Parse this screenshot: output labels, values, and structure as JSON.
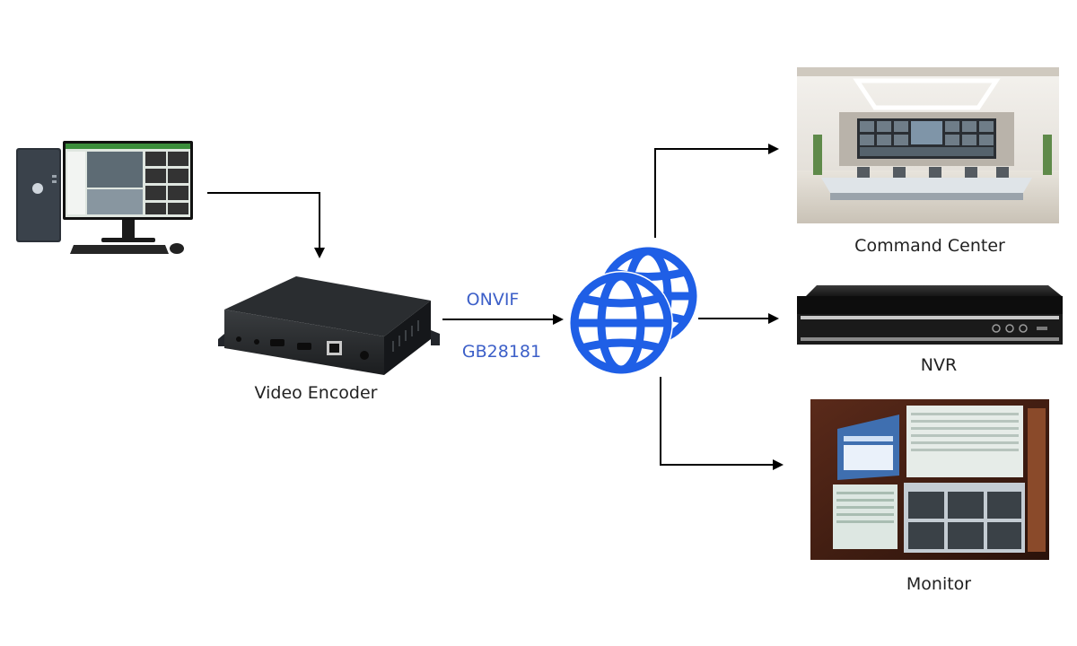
{
  "nodes": {
    "encoder_label": "Video Encoder",
    "command_center_label": "Command Center",
    "nvr_label": "NVR",
    "monitor_label": "Monitor"
  },
  "protocols": {
    "onvif": "ONVIF",
    "gb28181": "GB28181"
  },
  "colors": {
    "protocol_text": "#3c5fc8",
    "globe": "#1f5fe6",
    "arrow": "#000000",
    "label_text": "#222222"
  },
  "icons": {
    "computer": "desktop-computer-icon",
    "encoder": "video-encoder-device-icon",
    "network": "globe-network-icon",
    "command_center": "command-center-photo",
    "nvr": "nvr-device-icon",
    "monitor": "monitor-wall-photo"
  }
}
